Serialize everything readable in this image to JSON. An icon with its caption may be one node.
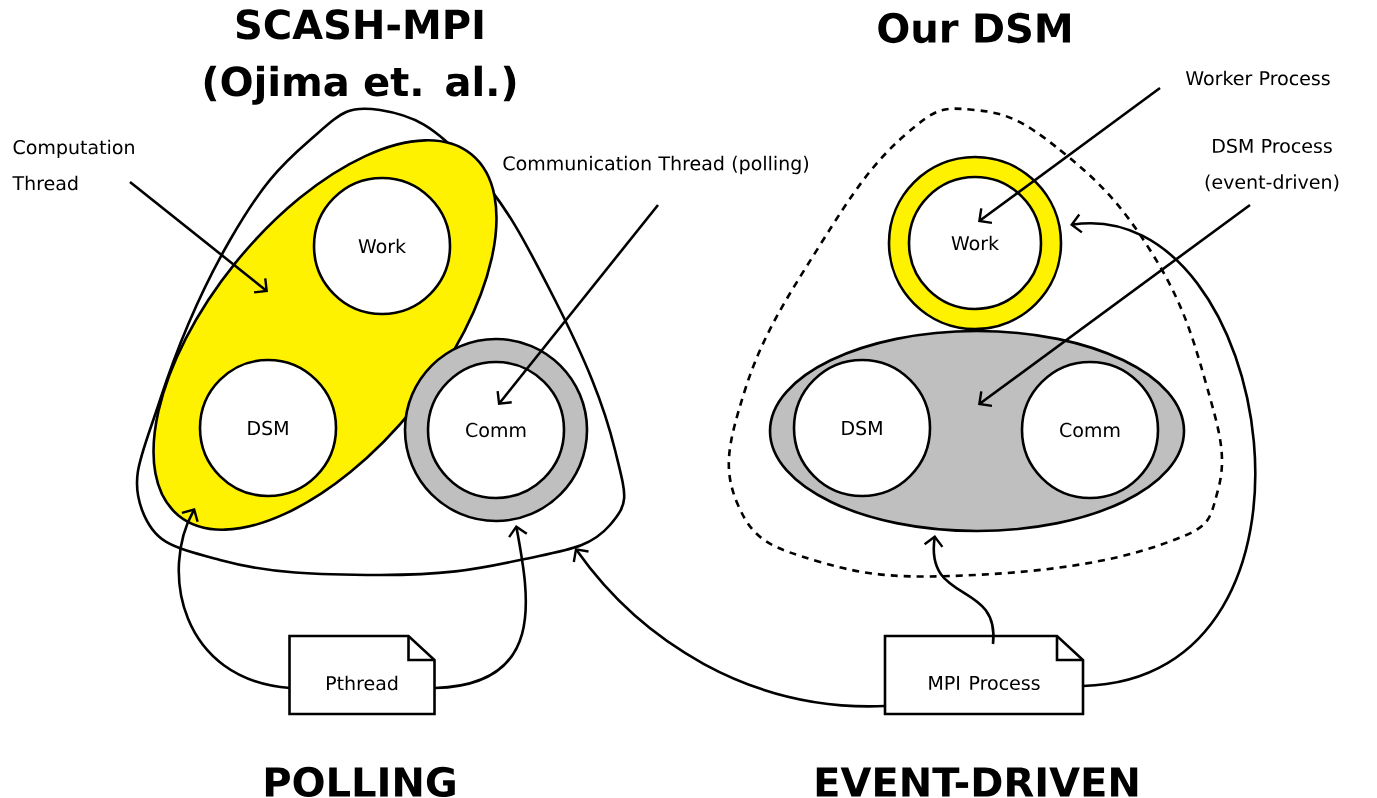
{
  "diagram": {
    "nodes": [
      {
        "text": [],
        "shape": "triangle"
      },
      {
        "text": [],
        "shape": "ellipse",
        "in": 0
      },
      {
        "text": [
          "Work"
        ],
        "in": 1
      },
      {
        "text": [
          "DSM"
        ],
        "in": 1
      },
      {
        "text": [],
        "shape": "circle",
        "in": 0
      },
      {
        "text": [
          "Comm"
        ],
        "in": 4
      },
      {
        "text": [
          "Pthread"
        ]
      },
      {
        "text": [
          "Computation Thread"
        ]
      },
      {
        "text": [
          "Communication Thread (polling)"
        ]
      },
      {
        "text": [],
        "shape": "triangle"
      },
      {
        "text": [],
        "shape": "circle",
        "in": 9
      },
      {
        "text": [
          "Work"
        ],
        "in": 10
      },
      {
        "text": [],
        "shape": "ellipse",
        "in": 9
      },
      {
        "text": [
          "DSM"
        ],
        "in": 12
      },
      {
        "text": [
          "Comm"
        ],
        "in": 12
      },
      {
        "text": [
          "MPI Process"
        ]
      },
      {
        "text": [
          "Worker Process"
        ]
      },
      {
        "text": [
          "DSM Process (event-driven)"
        ]
      }
    ],
    "edges": [
      {
        "from": 7,
        "to": 1,
        "arrow": "to"
      },
      {
        "from": 8,
        "to": 5,
        "arrow": "to"
      },
      {
        "from": 6,
        "to": 1,
        "arrow": "to"
      },
      {
        "from": 6,
        "to": 4,
        "arrow": "to"
      },
      {
        "from": 16,
        "to": 11,
        "arrow": "to"
      },
      {
        "from": 17,
        "to": 12,
        "arrow": "to"
      },
      {
        "from": 15,
        "to": 0,
        "arrow": "to"
      },
      {
        "from": 15,
        "to": 12,
        "arrow": "to"
      },
      {
        "from": 15,
        "to": 10,
        "arrow": "to"
      }
    ],
    "labels": [
      "SCASH-MPI (Ojima et. al.)",
      "Our DSM",
      "POLLING",
      "EVENT-DRIVEN"
    ]
  }
}
